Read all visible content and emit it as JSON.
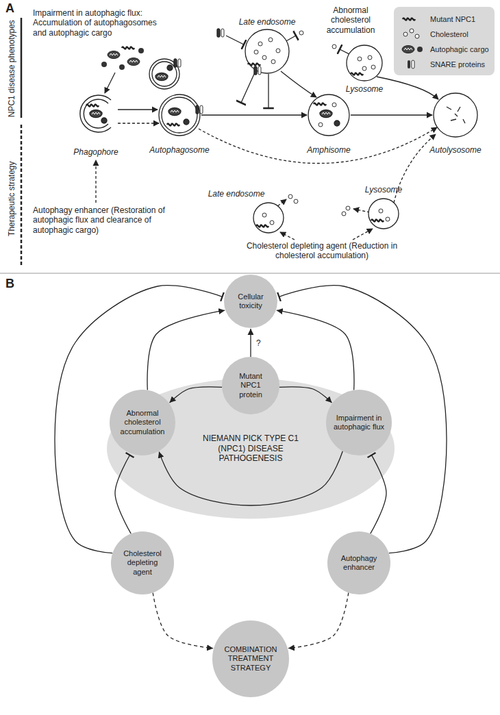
{
  "diagram": {
    "nodes": [
      {
        "text": [
          "Cellular toxicity"
        ]
      },
      {
        "text": [
          "Mutant NPC1 protein"
        ]
      },
      {
        "text": [
          "Abnormal cholesterol accumulation"
        ]
      },
      {
        "text": [
          "NIEMANN PICK TYPE C1 (NPC1) DISEASE PATHOGENESIS"
        ]
      },
      {
        "text": [
          "Impairment in autophagic flux"
        ]
      },
      {
        "text": [
          "Cholesterol depleting agent"
        ]
      },
      {
        "text": [
          "Autophagy enhancer"
        ]
      },
      {
        "text": [
          "COMBINATION TREATMENT STRATEGY"
        ]
      }
    ],
    "edges": [
      {
        "from": 1,
        "to": 0,
        "label": "?",
        "arrow": "to"
      },
      {
        "from": 1,
        "to": 2,
        "arrow": "to"
      },
      {
        "from": 1,
        "to": 4,
        "arrow": "to"
      },
      {
        "from": 4,
        "to": 2,
        "arrow": "to"
      },
      {
        "from": 2,
        "to": 0,
        "arrow": "to"
      },
      {
        "from": 4,
        "to": 0,
        "arrow": "to"
      },
      {
        "from": 5,
        "to": 2,
        "arrow": "to"
      },
      {
        "from": 6,
        "to": 4,
        "arrow": "to"
      },
      {
        "from": 5,
        "to": 0,
        "arrow": "to"
      },
      {
        "from": 6,
        "to": 0,
        "arrow": "to"
      },
      {
        "from": 5,
        "to": 7,
        "arrow": "to"
      },
      {
        "from": 6,
        "to": 7,
        "arrow": "to"
      }
    ],
    "labels": [
      "A",
      "NPC1 disease phenotypes",
      "Therapeutic strategy",
      "Impairment in autophagic flux: Accumulation of autophagosomes and autophagic cargo",
      "Late endosome",
      "Abnormal cholesterol accumulation",
      "Phagophore",
      "Autophagosome",
      "Amphisome",
      "Lysosome",
      "Autolysosome",
      "Autophagy enhancer (Restoration of autophagic flux and clearance of autophagic cargo)",
      "Late endosome",
      "Lysosome",
      "Cholesterol depleting agent (Reduction in cholesterol accumulation)",
      "B"
    ],
    "legend": [
      {
        "text": "Mutant NPC1"
      },
      {
        "text": "Cholesterol"
      },
      {
        "text": "Autophagic cargo"
      },
      {
        "text": "SNARE proteins"
      }
    ]
  }
}
